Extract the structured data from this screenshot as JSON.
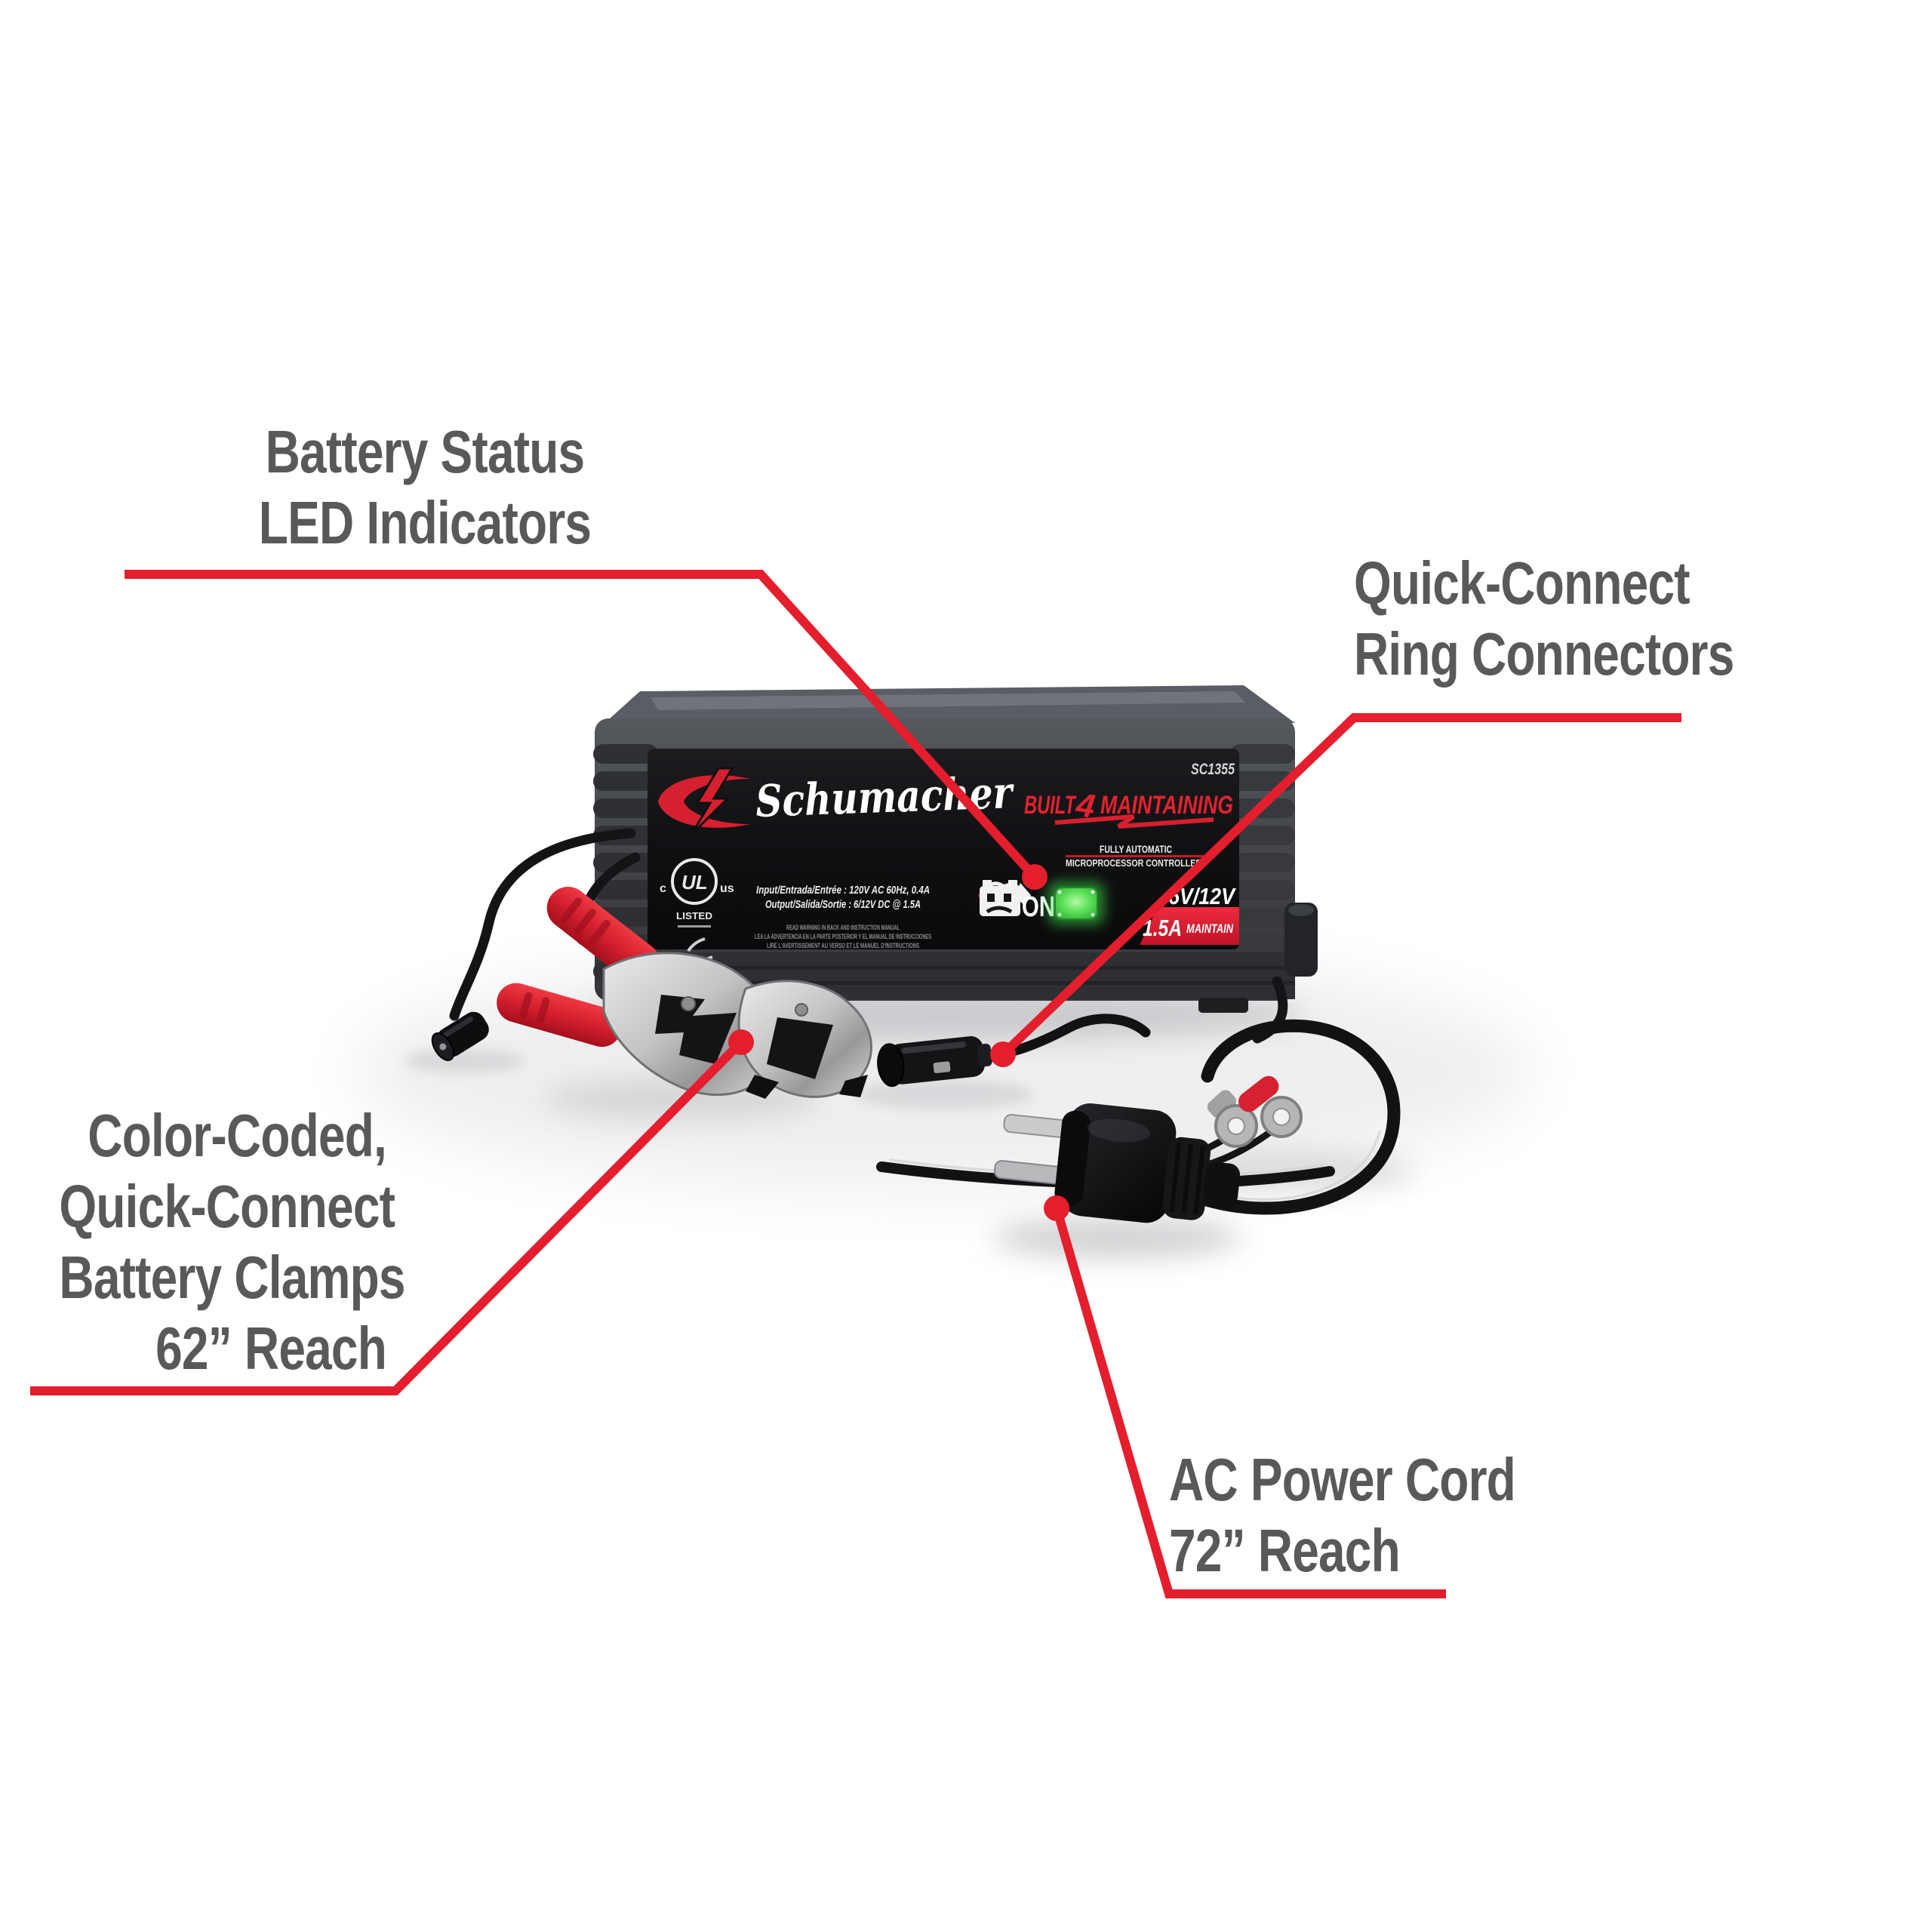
{
  "colors": {
    "accent_red": "#e41e2d",
    "callout_text_gray": "#58595b",
    "led_green": "#4ade4c",
    "banner_red": "#d41931",
    "charger_body_gray": "#44464b",
    "label_black": "#101013"
  },
  "callouts": {
    "battery_status": {
      "lines": [
        "Battery Status",
        "LED Indicators"
      ]
    },
    "ring_connectors": {
      "lines": [
        "Quick-Connect",
        "Ring Connectors"
      ]
    },
    "battery_clamps": {
      "lines": [
        "Color-Coded,",
        "Quick-Connect",
        "Battery Clamps",
        "62” Reach"
      ]
    },
    "ac_power_cord": {
      "lines": [
        "AC Power Cord",
        "72” Reach"
      ]
    }
  },
  "device": {
    "model": "SC1355",
    "brand_script": "Schumacher",
    "tagline": {
      "left": "BUILT",
      "bolt": "4",
      "right": "MAINTAINING"
    },
    "subtitle1": "FULLY AUTOMATIC",
    "subtitle2": "MICROPROCESSOR CONTROLLED",
    "spec_input": "Input/Entrada/Entrée : 120V AC 60Hz, 0.4A",
    "spec_output": "Output/Salida/Sortie : 6/12V DC @ 1.5A",
    "warning_lines": [
      "READ WARNING IN BACK AND INSTRUCTION MANUAL",
      "LEA LA ADVERTENCIA EN LA PARTE POSTERIOR Y EL MANUAL DE INSTRUCCIONES",
      "LIRE L'AVERTISSEMENT AU VERSO ET LE MANUEL D'INSTRUCTIONS"
    ],
    "ul_mark": {
      "c": "c",
      "monogram": "UL",
      "us": "us",
      "listed": "LISTED"
    },
    "power_state": "ON",
    "voltage": "6V/12V",
    "maintain_badge": {
      "amps": "1.5A",
      "label": "MAINTAIN"
    }
  }
}
